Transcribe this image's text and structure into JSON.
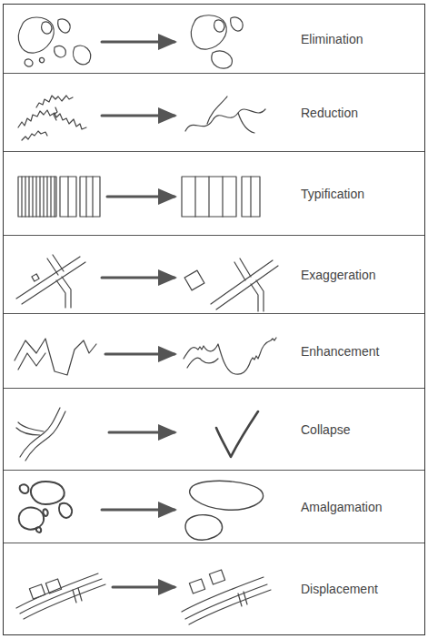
{
  "diagram": {
    "nodes": [
      {
        "text": [
          "Elimination"
        ]
      },
      {
        "text": [
          "Reduction"
        ]
      },
      {
        "text": [
          "Typification"
        ]
      },
      {
        "text": [
          "Exaggeration"
        ]
      },
      {
        "text": [
          "Enhancement"
        ]
      },
      {
        "text": [
          "Collapse"
        ]
      },
      {
        "text": [
          "Amalgamation"
        ]
      },
      {
        "text": [
          "Displacement"
        ]
      }
    ]
  }
}
